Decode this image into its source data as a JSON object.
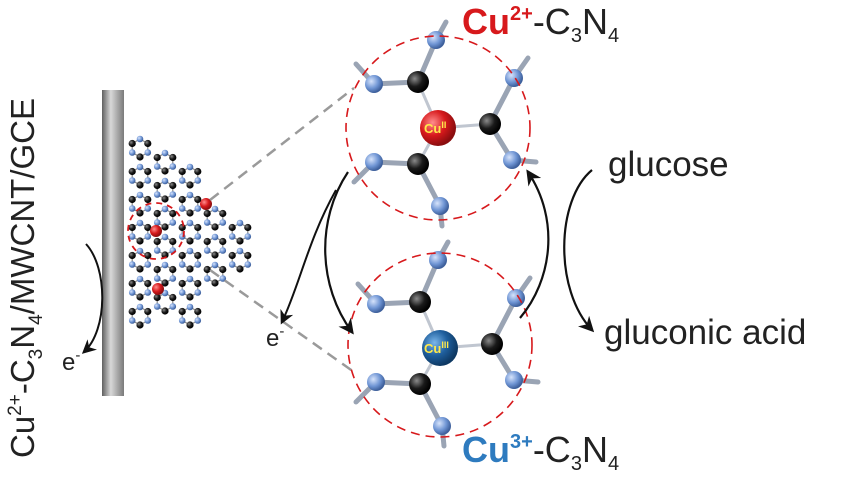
{
  "electrode_label": {
    "prefix": "Cu",
    "charge": "2+",
    "mid": "-C",
    "sub3": "3",
    "n": "N",
    "sub4": "4",
    "suffix": "/MWCNT/GCE"
  },
  "electron_left": {
    "base": "e",
    "sup": "-"
  },
  "electron_mid": {
    "base": "e",
    "sup": "-"
  },
  "top_complex": {
    "metal": "Cu",
    "charge": "2+",
    "ligand_c": "-C",
    "ligand_sub3": "3",
    "ligand_n": "N",
    "ligand_sub4": "4",
    "center_label": "Cu",
    "center_sup": "II"
  },
  "bottom_complex": {
    "metal": "Cu",
    "charge": "3+",
    "ligand_c": "-C",
    "ligand_sub3": "3",
    "ligand_n": "N",
    "ligand_sub4": "4",
    "center_label": "Cu",
    "center_sup": "III"
  },
  "substrate": "glucose",
  "product": "gluconic acid",
  "colors": {
    "cu2_red": "#d7191c",
    "cu3_blue": "#2e7bbf",
    "cu3_center": "#1f5f9e",
    "nitrogen": "#6f95d4",
    "carbon": "#111111",
    "ring_dash": "#d7191c",
    "electrode": "#8a8a8a"
  },
  "icons": [
    "electron-transfer-arrow-icon",
    "catalytic-cycle-arrow-icon",
    "substrate-arrow-icon"
  ]
}
